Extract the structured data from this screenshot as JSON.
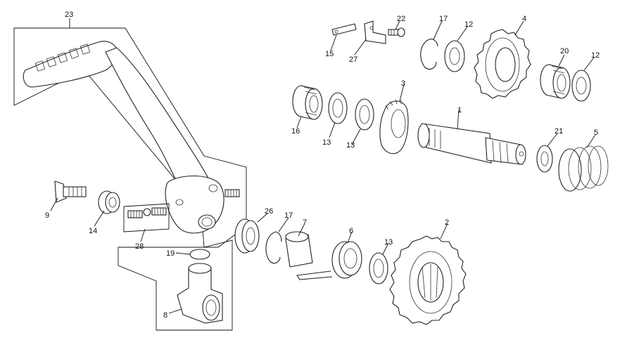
{
  "labels": {
    "p1": "1",
    "p2": "2",
    "p3": "3",
    "p4": "4",
    "p5": "5",
    "p6": "6",
    "p7": "7",
    "p8": "8",
    "p9": "9",
    "p12a": "12",
    "p12b": "12",
    "p13a": "13",
    "p13b": "13",
    "p13c": "13",
    "p14": "14",
    "p15": "15",
    "p16": "16",
    "p17a": "17",
    "p17b": "17",
    "p19": "19",
    "p20": "20",
    "p21": "21",
    "p22": "22",
    "p23": "23",
    "p26": "26",
    "p27": "27",
    "p28": "28"
  }
}
